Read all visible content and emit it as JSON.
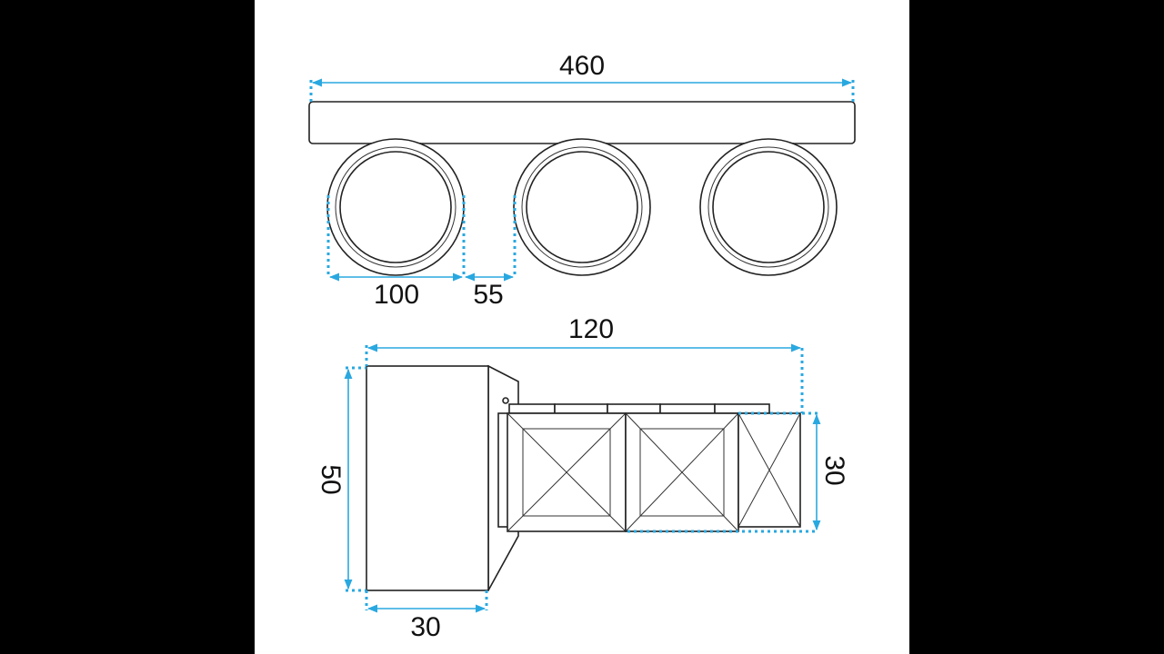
{
  "drawing": {
    "top_view": {
      "overall_length": "460",
      "shade_diameter": "100",
      "shade_gap": "55"
    },
    "side_view": {
      "projection": "120",
      "height": "50",
      "base_depth": "30",
      "crystal_height": "30"
    },
    "colors": {
      "dimension_lines": "#29a8e0",
      "outline": "#222222"
    }
  }
}
